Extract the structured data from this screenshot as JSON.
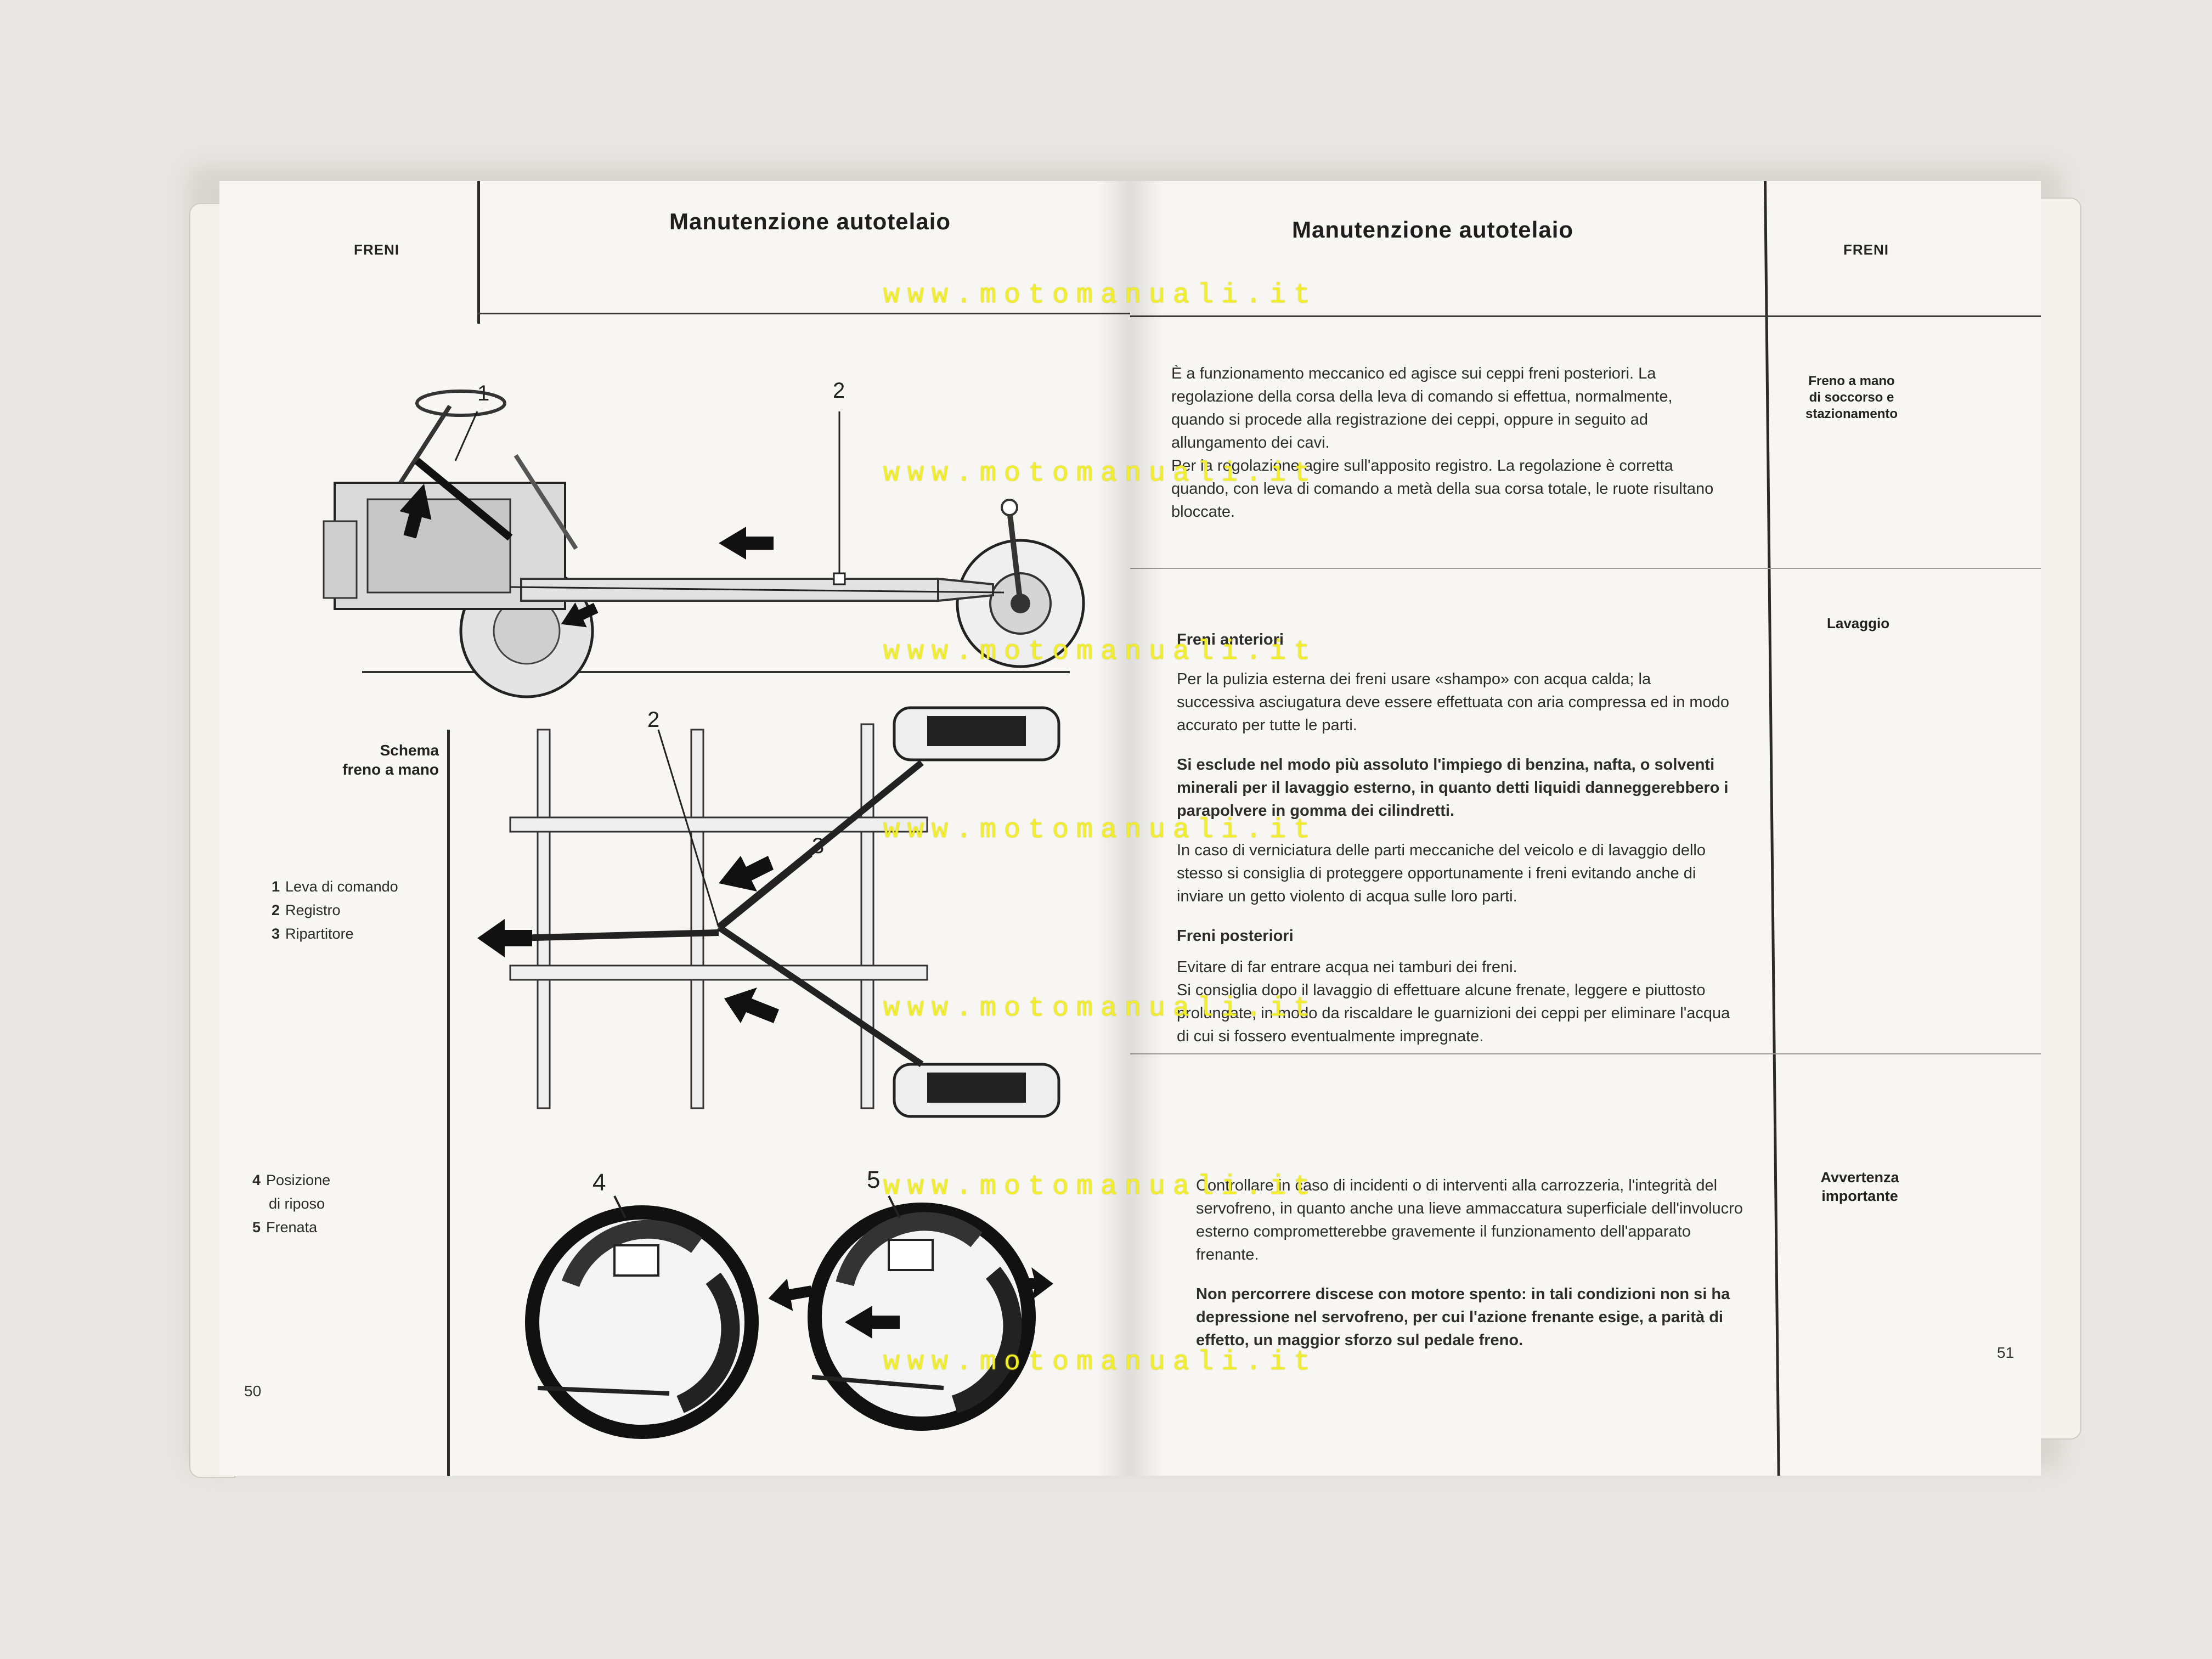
{
  "left_page": {
    "section_tag": "FRENI",
    "title": "Manutenzione autotelaio",
    "diagram_numbers": [
      "1",
      "2",
      "2",
      "3",
      "4",
      "5"
    ],
    "side_label": [
      "Schema",
      "freno a mano"
    ],
    "legend": [
      {
        "num": "1",
        "text": "Leva di comando"
      },
      {
        "num": "2",
        "text": "Registro"
      },
      {
        "num": "3",
        "text": "Ripartitore"
      }
    ],
    "legend_shoes": [
      {
        "num": "4",
        "text": "Posizione"
      },
      {
        "num": "",
        "text": "di riposo"
      },
      {
        "num": "5",
        "text": "Frenata"
      }
    ],
    "page_number": "50"
  },
  "right_page": {
    "title": "Manutenzione autotelaio",
    "section_tag": "FRENI",
    "sections": [
      {
        "side_label": [
          "Freno a mano",
          "di soccorso e",
          "stazionamento"
        ],
        "paragraphs": [
          "È a funzionamento meccanico ed agisce sui ceppi freni posteriori. La regolazione della corsa della leva di comando si effettua, normalmente, quando si procede alla registrazione dei ceppi, oppure in seguito ad allungamento dei cavi.",
          "Per la regolazione agire sull'apposito registro. La regolazione è corretta quando, con leva di comando a metà della sua corsa totale, le ruote risultano bloccate."
        ]
      },
      {
        "side_label": [
          "Lavaggio"
        ],
        "subhead_front": "Freni anteriori",
        "p1": "Per la pulizia esterna dei freni usare «shampo» con acqua calda; la successiva asciugatura deve essere effettuata con aria compressa ed in modo accurato per tutte le parti.",
        "p2_bold": "Si esclude nel modo più assoluto l'impiego di benzina, nafta, o solventi minerali per il lavaggio esterno, in quanto detti liquidi danneggerebbero i parapolvere in gomma dei cilindretti.",
        "p3": "In caso di verniciatura delle parti meccaniche del veicolo e di lavaggio dello stesso si consiglia di proteggere opportunamente i freni evitando anche di inviare un getto violento di acqua sulle loro parti.",
        "subhead_rear": "Freni posteriori",
        "p4": "Evitare di far entrare acqua nei tamburi dei freni.",
        "p5": "Si consiglia dopo il lavaggio di effettuare alcune frenate, leggere e piuttosto prolungate, in modo da riscaldare le guarnizioni dei ceppi per eliminare l'acqua di cui si fossero eventualmente impregnate."
      },
      {
        "side_label": [
          "Avvertenza",
          "importante"
        ],
        "p1": "Controllare in caso di incidenti o di interventi alla carrozzeria, l'integrità del servofreno, in quanto anche una lieve ammaccatura superficiale dell'involucro esterno comprometterebbe gravemente il funzionamento dell'apparato frenante.",
        "p2_bold": "Non percorrere discese con motore spento: in tali condizioni non si ha depressione nel servofreno, per cui l'azione frenante esige, a parità di effetto, un maggior sforzo sul pedale freno."
      }
    ],
    "page_number": "51"
  },
  "watermark": "www.motomanuali.it"
}
